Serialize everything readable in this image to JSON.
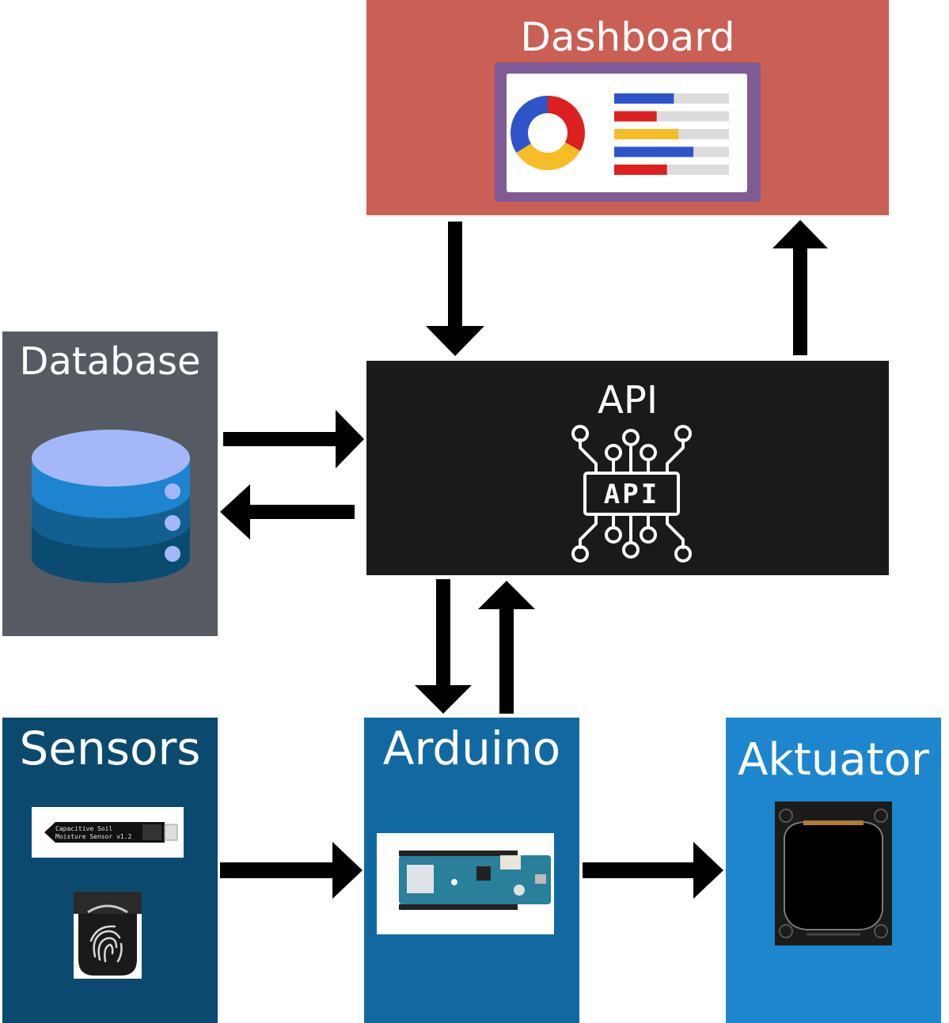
{
  "blocks": {
    "dashboard": {
      "title": "Dashboard",
      "color": "#c95f55"
    },
    "api": {
      "title": "API",
      "chip_label": "API",
      "color": "#1b1a1b"
    },
    "database": {
      "title": "Database",
      "color": "#565b63"
    },
    "sensors": {
      "title": "Sensors",
      "color": "#0b4a6e",
      "sensor1_text_line1": "Capacitive Soil",
      "sensor1_text_line2": "Moisture Sensor v1.2"
    },
    "arduino": {
      "title": "Arduino",
      "color": "#1269a2"
    },
    "aktuator": {
      "title": "Aktuator",
      "color": "#1d86cf"
    }
  },
  "dashboard_widget": {
    "donut_colors": [
      "#dc1f1f",
      "#f6bd27",
      "#2f54c9"
    ],
    "bars": [
      {
        "color": "#2f54c9",
        "level": 0.52
      },
      {
        "color": "#dc1f1f",
        "level": 0.37
      },
      {
        "color": "#f6bd27",
        "level": 0.56
      },
      {
        "color": "#2f54c9",
        "level": 0.69
      },
      {
        "color": "#dc1f1f",
        "level": 0.46
      }
    ]
  },
  "icons": {
    "dashboard": "dashboard-screen-icon",
    "database": "database-cylinder-icon",
    "api": "api-chip-icon",
    "sensor1": "soil-moisture-sensor-icon",
    "sensor2": "fingerprint-sensor-icon",
    "arduino": "arduino-board-icon",
    "aktuator": "round-display-icon"
  }
}
